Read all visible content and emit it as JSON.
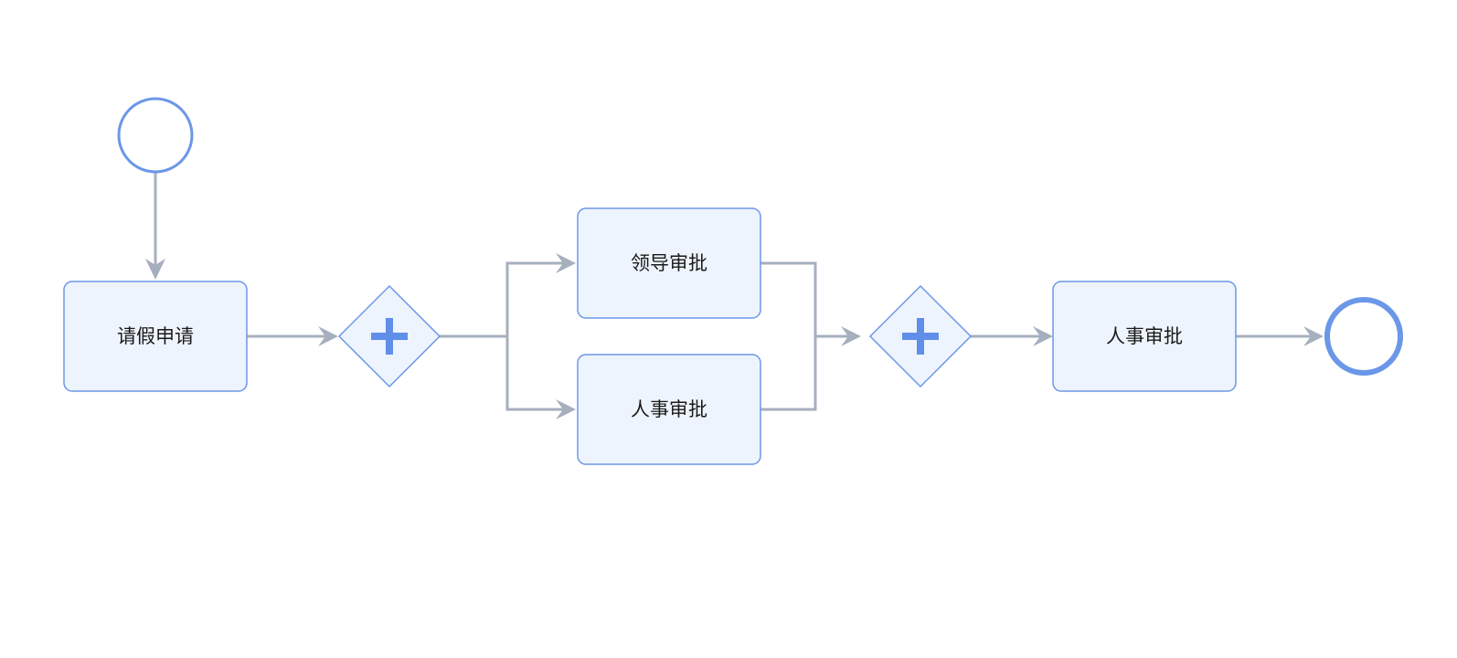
{
  "diagram": {
    "tasks": {
      "leave_request": {
        "label": "请假申请"
      },
      "leader_approval": {
        "label": "领导审批"
      },
      "hr_approval_parallel": {
        "label": "人事审批"
      },
      "hr_approval_final": {
        "label": "人事审批"
      }
    },
    "icons": {
      "start_event": "start-event-circle",
      "end_event": "end-event-circle",
      "gateway": "parallel-gateway-plus"
    },
    "colors": {
      "node_fill": "#eef4fd",
      "node_stroke": "#6b97e8",
      "flow_line": "#a6afbd",
      "gateway_marker": "#5f8fe8"
    }
  }
}
